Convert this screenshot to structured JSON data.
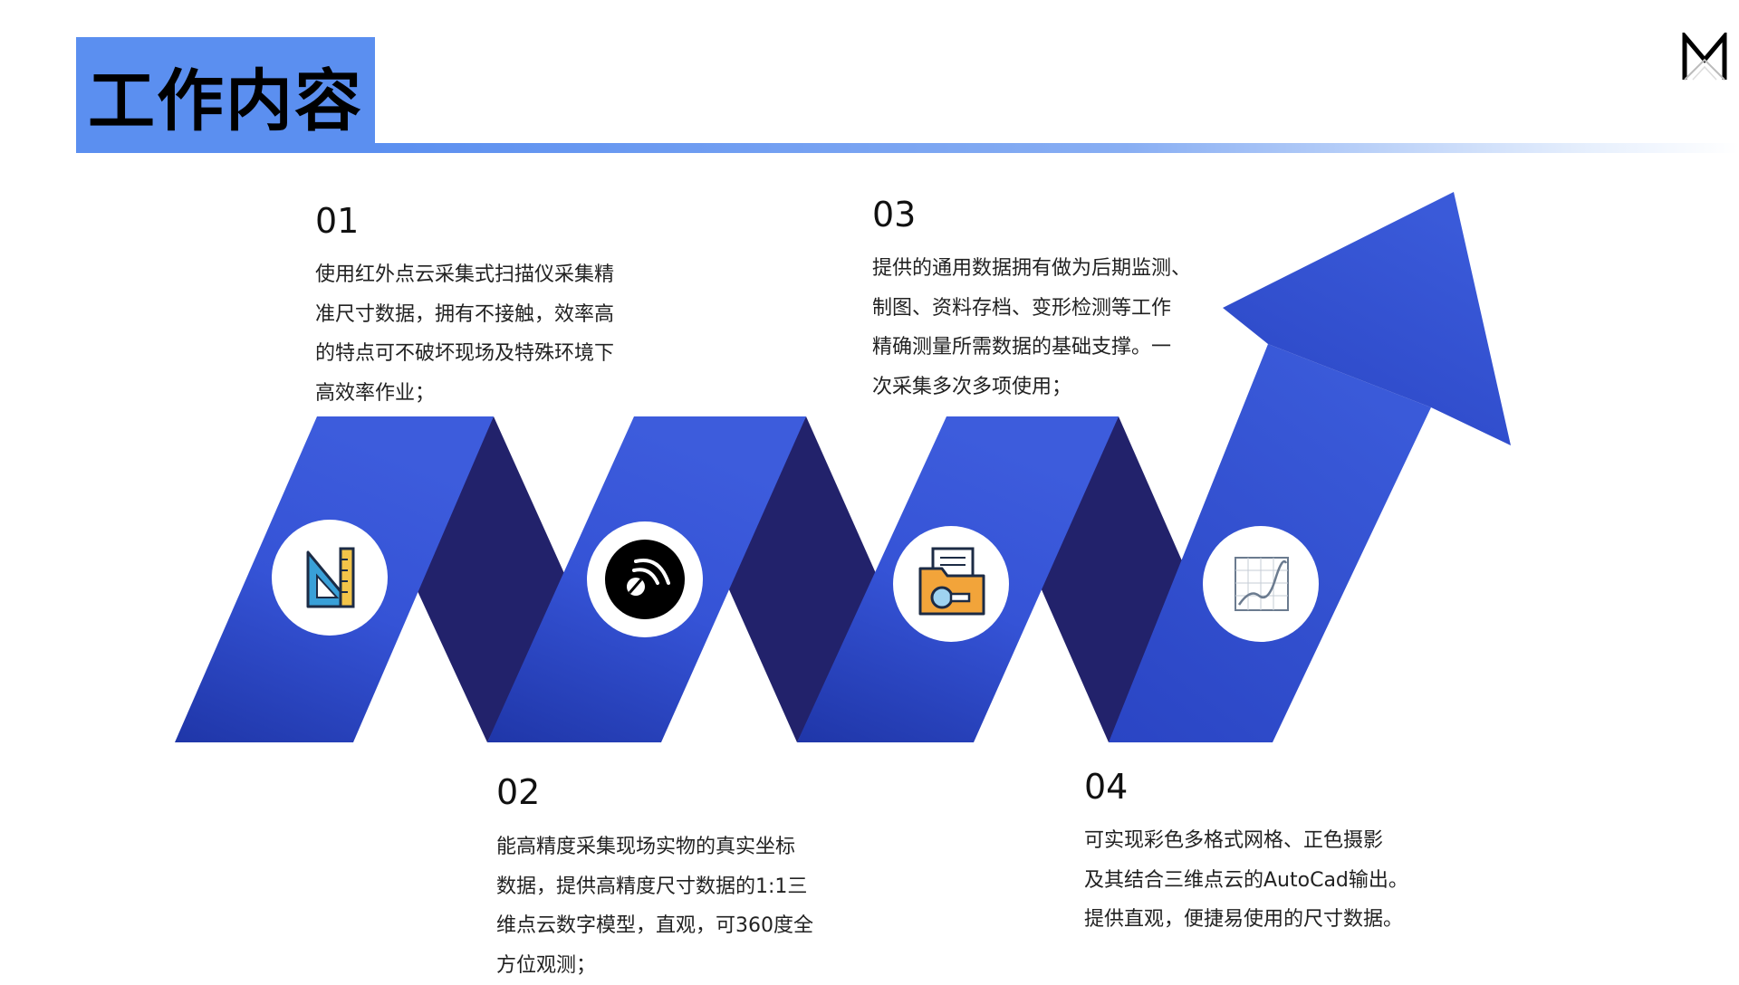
{
  "header": {
    "title": "工作内容"
  },
  "logo": {
    "icon": "m-logo-icon"
  },
  "steps": [
    {
      "num": "01",
      "text": "使用红外点云采集式扫描仪采集精\n准尺寸数据，拥有不接触，效率高\n的特点可不破坏现场及特殊环境下\n高效率作业；",
      "icon": "ruler-triangle-icon"
    },
    {
      "num": "02",
      "text": "能高精度采集现场实物的真实坐标\n数据，提供高精度尺寸数据的1:1三\n维点云数字模型，直观，可360度全\n方位观测；",
      "icon": "scanner-signal-icon"
    },
    {
      "num": "03",
      "text": "提供的通用数据拥有做为后期监测、\n制图、资料存档、变形检测等工作\n精确测量所需数据的基础支撑。一\n次采集多次多项使用；",
      "icon": "folder-search-icon"
    },
    {
      "num": "04",
      "text": "可实现彩色多格式网格、正色摄影\n及其结合三维点云的AutoCad输出。\n提供直观，便捷易使用的尺寸数据。",
      "icon": "line-chart-icon"
    }
  ],
  "colors": {
    "accent": "#5b8ff0",
    "ribbon_front": "#3553d6",
    "ribbon_back": "#22226b"
  }
}
